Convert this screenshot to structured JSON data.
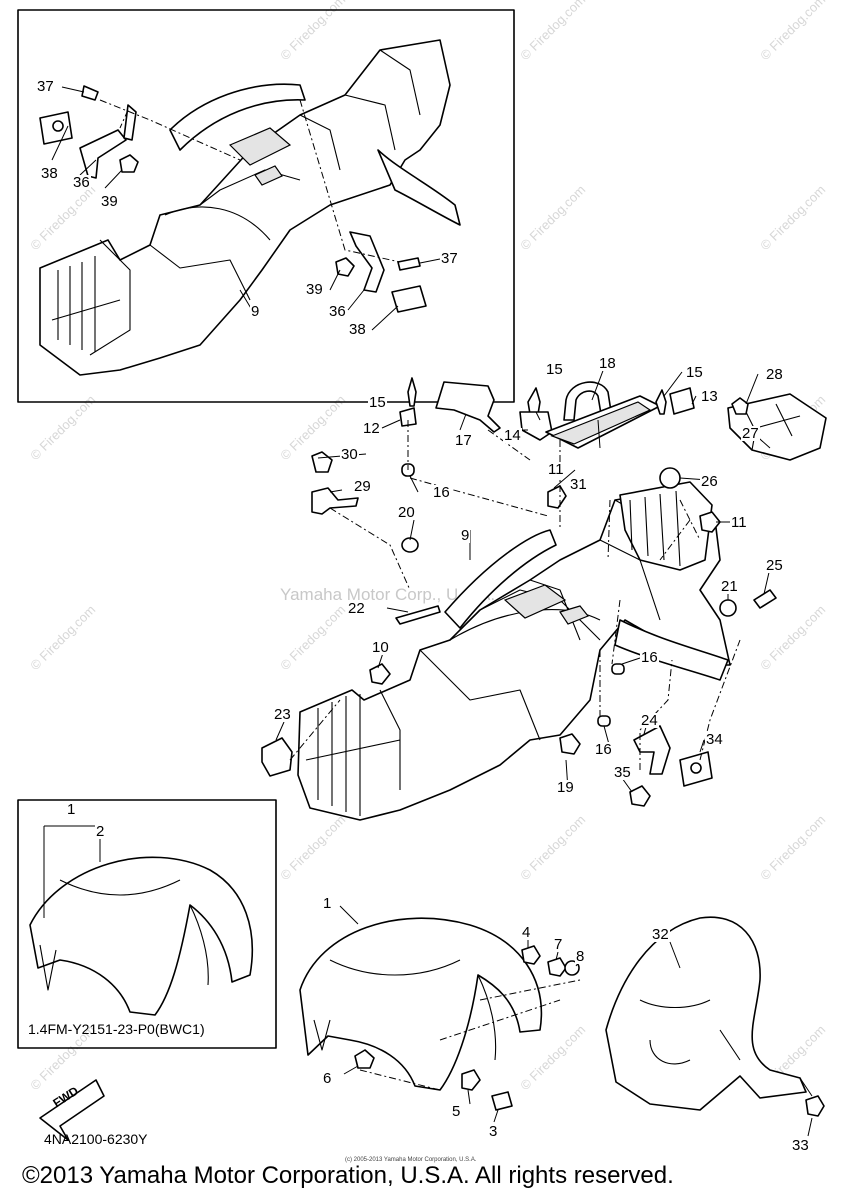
{
  "diagram": {
    "watermark_center": "Yamaha Motor Corp., U.S.A.",
    "watermark_tile": "© Firedog.com",
    "callouts": [
      {
        "id": "c37a",
        "text": "37"
      },
      {
        "id": "c38a",
        "text": "38"
      },
      {
        "id": "c36a",
        "text": "36"
      },
      {
        "id": "c39a",
        "text": "39"
      },
      {
        "id": "c37b",
        "text": "37"
      },
      {
        "id": "c39b",
        "text": "39"
      },
      {
        "id": "c36b",
        "text": "36"
      },
      {
        "id": "c38b",
        "text": "38"
      },
      {
        "id": "c9a",
        "text": "9"
      },
      {
        "id": "c15a",
        "text": "15"
      },
      {
        "id": "c12",
        "text": "12"
      },
      {
        "id": "c17",
        "text": "17"
      },
      {
        "id": "c15b",
        "text": "15"
      },
      {
        "id": "c18",
        "text": "18"
      },
      {
        "id": "c14",
        "text": "14"
      },
      {
        "id": "c15c",
        "text": "15"
      },
      {
        "id": "c13",
        "text": "13"
      },
      {
        "id": "c28",
        "text": "28"
      },
      {
        "id": "c27",
        "text": "27"
      },
      {
        "id": "c30",
        "text": "30"
      },
      {
        "id": "c16a",
        "text": "16"
      },
      {
        "id": "c29",
        "text": "29"
      },
      {
        "id": "c11a",
        "text": "11"
      },
      {
        "id": "c31",
        "text": "31"
      },
      {
        "id": "c26",
        "text": "26"
      },
      {
        "id": "c11b",
        "text": "11"
      },
      {
        "id": "c20",
        "text": "20"
      },
      {
        "id": "c9b",
        "text": "9"
      },
      {
        "id": "c25",
        "text": "25"
      },
      {
        "id": "c21",
        "text": "21"
      },
      {
        "id": "c22",
        "text": "22"
      },
      {
        "id": "c10",
        "text": "10"
      },
      {
        "id": "c16b",
        "text": "16"
      },
      {
        "id": "c23",
        "text": "23"
      },
      {
        "id": "c24",
        "text": "24"
      },
      {
        "id": "c34",
        "text": "34"
      },
      {
        "id": "c16c",
        "text": "16"
      },
      {
        "id": "c35",
        "text": "35"
      },
      {
        "id": "c19",
        "text": "19"
      },
      {
        "id": "c1a",
        "text": "1"
      },
      {
        "id": "c2",
        "text": "2"
      },
      {
        "id": "c1b",
        "text": "1"
      },
      {
        "id": "c32",
        "text": "32"
      },
      {
        "id": "c4",
        "text": "4"
      },
      {
        "id": "c7",
        "text": "7"
      },
      {
        "id": "c8",
        "text": "8"
      },
      {
        "id": "c6",
        "text": "6"
      },
      {
        "id": "c5",
        "text": "5"
      },
      {
        "id": "c3",
        "text": "3"
      },
      {
        "id": "c33",
        "text": "33"
      }
    ],
    "inset_note": "1.4FM-Y2151-23-P0(BWC1)",
    "fwd_label": "FWD",
    "diagram_code": "4NA2100-6230Y",
    "small_copyright": "(c) 2005-2013 Yamaha Motor Corporation, U.S.A.",
    "copyright": "©2013 Yamaha Motor Corporation, U.S.A. All rights reserved."
  }
}
